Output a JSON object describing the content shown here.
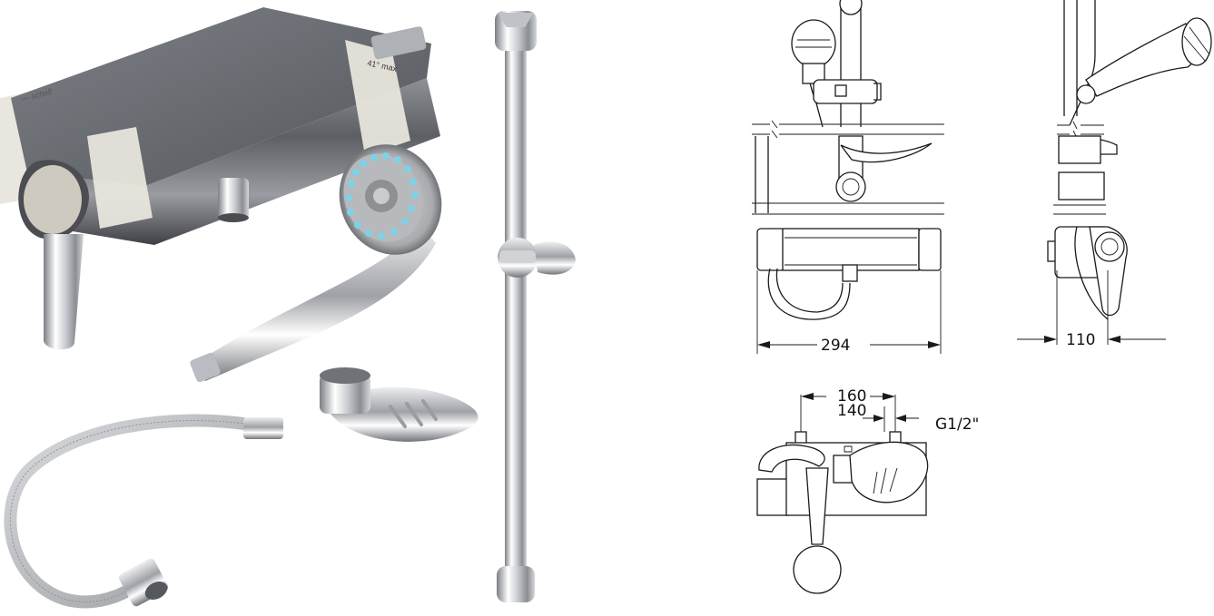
{
  "products": {
    "mixer_brand_mark": "— schell",
    "mixer_temp_mark": "41° max",
    "items": [
      {
        "id": "thermostatic-mixer"
      },
      {
        "id": "hand-shower"
      },
      {
        "id": "shower-hose"
      },
      {
        "id": "soap-dish"
      },
      {
        "id": "slide-rail"
      }
    ]
  },
  "drawings": {
    "dim_width": "294",
    "dim_depth": "110",
    "dim_spacing_outer": "160",
    "dim_spacing_inner": "140",
    "dim_thread": "G1/2\""
  },
  "colors": {
    "chrome_dark": "#5f6166",
    "chrome_light": "#f2f3f5",
    "band": "#ece8df",
    "nozzle_blue": "#7fd2e6",
    "line": "#1a1a1a"
  }
}
